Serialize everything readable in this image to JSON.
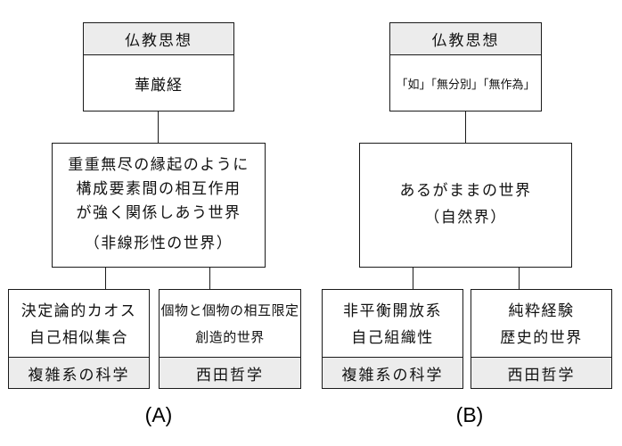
{
  "colors": {
    "background": "#ffffff",
    "box_fill": "#ffffff",
    "shaded_fill": "#ececec",
    "line": "#1a1a1a"
  },
  "diagram_a": {
    "label": "(A)",
    "top_box": {
      "header": "仏教思想",
      "body": "華厳経"
    },
    "middle_box": {
      "line1": "重重無尽の縁起のように",
      "line2": "構成要素間の相互作用",
      "line3": "が強く関係しあう世界",
      "note": "（非線形性の世界）"
    },
    "bottom_left_box": {
      "line1": "決定論的カオス",
      "line2": "自己相似集合",
      "footer": "複雑系の科学"
    },
    "bottom_right_box": {
      "line1": "個物と個物の相互限定",
      "line2": "創造的世界",
      "footer": "西田哲学"
    }
  },
  "diagram_b": {
    "label": "(B)",
    "top_box": {
      "header": "仏教思想",
      "body": "「如」「無分別」「無作為」"
    },
    "middle_box": {
      "line1": "あるがままの世界",
      "note": "（自然界）"
    },
    "bottom_left_box": {
      "line1": "非平衡開放系",
      "line2": "自己組織性",
      "footer": "複雑系の科学"
    },
    "bottom_right_box": {
      "line1": "純粋経験",
      "line2": "歴史的世界",
      "footer": "西田哲学"
    }
  }
}
